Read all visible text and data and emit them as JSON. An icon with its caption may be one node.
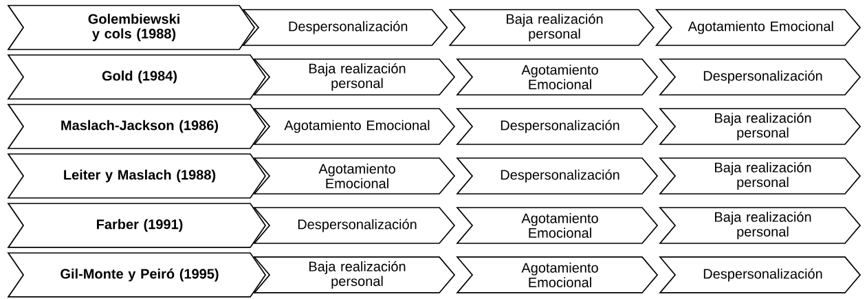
{
  "diagram": {
    "nodes": [
      {
        "text": [
          "Golembiewski y cols (1988)"
        ]
      },
      {
        "text": [
          "Despersonalización"
        ]
      },
      {
        "text": [
          "Baja realización personal"
        ]
      },
      {
        "text": [
          "Agotamiento Emocional"
        ]
      },
      {
        "text": [
          "Gold (1984)"
        ]
      },
      {
        "text": [
          "Baja realización personal"
        ]
      },
      {
        "text": [
          "Agotamiento Emocional"
        ]
      },
      {
        "text": [
          "Despersonalización"
        ]
      },
      {
        "text": [
          "Maslach-Jackson (1986)"
        ]
      },
      {
        "text": [
          "Agotamiento Emocional"
        ]
      },
      {
        "text": [
          "Despersonalización"
        ]
      },
      {
        "text": [
          "Baja realización personal"
        ]
      },
      {
        "text": [
          "Leiter y Maslach (1988)"
        ]
      },
      {
        "text": [
          "Agotamiento Emocional"
        ]
      },
      {
        "text": [
          "Despersonalización"
        ]
      },
      {
        "text": [
          "Baja realización personal"
        ]
      },
      {
        "text": [
          "Farber (1991)"
        ]
      },
      {
        "text": [
          "Despersonalización"
        ]
      },
      {
        "text": [
          "Agotamiento Emocional"
        ]
      },
      {
        "text": [
          "Baja realización personal"
        ]
      },
      {
        "text": [
          "Gil-Monte y Peiró (1995)"
        ]
      },
      {
        "text": [
          "Baja realización personal"
        ]
      },
      {
        "text": [
          "Agotamiento Emocional"
        ]
      },
      {
        "text": [
          "Despersonalización"
        ]
      }
    ]
  }
}
